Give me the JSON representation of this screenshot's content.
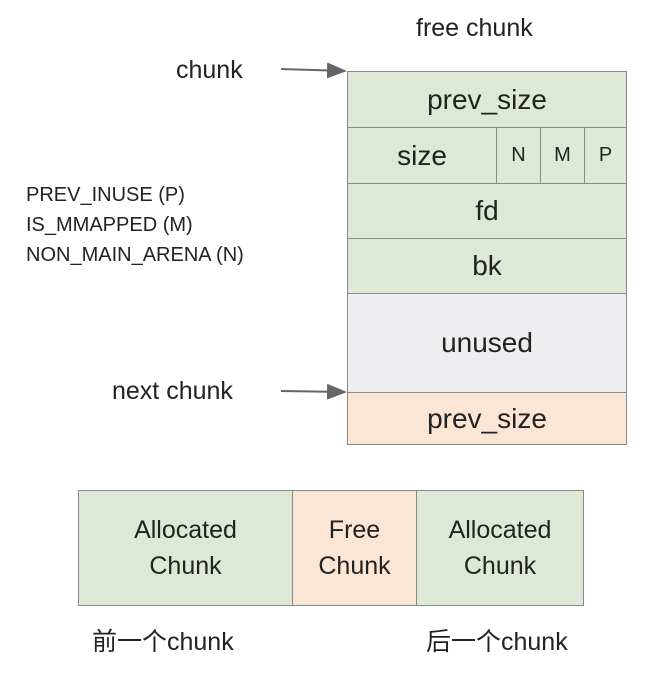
{
  "title": "free chunk",
  "pointers": {
    "chunk": "chunk",
    "next_chunk": "next chunk"
  },
  "flags_legend": [
    "PREV_INUSE (P)",
    "IS_MMAPPED (M)",
    "NON_MAIN_ARENA (N)"
  ],
  "free_chunk": {
    "prev_size": "prev_size",
    "size": "size",
    "flag_n": "N",
    "flag_m": "M",
    "flag_p": "P",
    "fd": "fd",
    "bk": "bk",
    "unused": "unused",
    "next_prev_size": "prev_size"
  },
  "bottom_row": {
    "cells": [
      {
        "line1": "Allocated",
        "line2": "Chunk"
      },
      {
        "line1": "Free",
        "line2": "Chunk"
      },
      {
        "line1": "Allocated",
        "line2": "Chunk"
      }
    ],
    "left_caption": "前一个chunk",
    "right_caption": "后一个chunk"
  },
  "colors": {
    "allocated_green": "#dde9d6",
    "free_peach": "#fbe5d4",
    "unused_gray": "#eeeef1",
    "border": "#8a8a8a"
  }
}
